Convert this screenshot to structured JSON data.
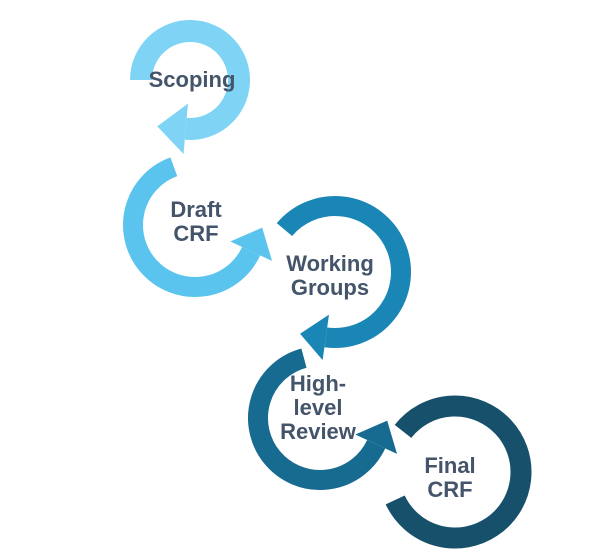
{
  "steps": [
    {
      "lines": [
        "Scoping"
      ],
      "color": "#7fd4f6"
    },
    {
      "lines": [
        "Draft",
        "CRF"
      ],
      "color": "#5bc4ee"
    },
    {
      "lines": [
        "Working",
        "Groups"
      ],
      "color": "#1a86b5"
    },
    {
      "lines": [
        "High-",
        "level",
        "Review"
      ],
      "color": "#186b90"
    },
    {
      "lines": [
        "Final",
        "CRF"
      ],
      "color": "#17506a"
    }
  ],
  "text_color": "#44546a"
}
